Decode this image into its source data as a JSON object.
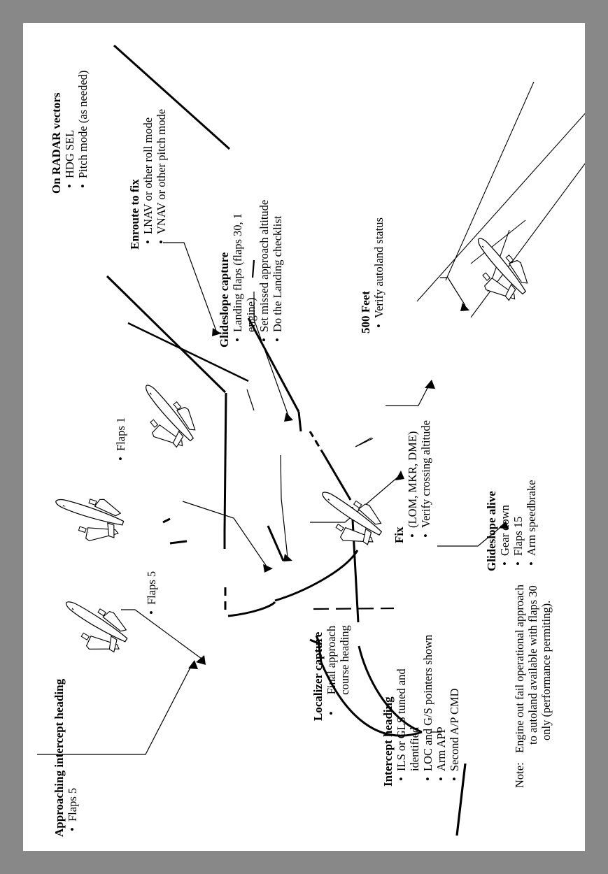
{
  "colors": {
    "frame": "#888888",
    "panel": "#ffffff",
    "ink": "#000000"
  },
  "approaching": {
    "title": "Approaching intercept heading",
    "items": [
      "Flaps 5"
    ]
  },
  "flaps5_label": "Flaps 5",
  "flaps1_label": "Flaps 1",
  "radar": {
    "title": "On RADAR vectors",
    "items": [
      "HDG SEL",
      "Pitch mode (as needed)"
    ]
  },
  "enroute": {
    "title": "Enroute to fix",
    "items": [
      "LNAV or other roll mode",
      "VNAV or other pitch mode"
    ]
  },
  "localizer": {
    "title": "Localizer capture",
    "items": [
      "Final approach course heading"
    ]
  },
  "intercept": {
    "title": "Intercept heading",
    "items": [
      "ILS or GLS tuned and identified",
      "LOC and G/S pointers shown",
      "Arm APP",
      "Second A/P CMD"
    ]
  },
  "fix": {
    "title": "Fix",
    "items": [
      "(LOM, MKR, DME)",
      "Verify crossing altitude"
    ]
  },
  "gs_capture": {
    "title": "Glideslope capture",
    "items": [
      "Landing flaps (flaps 30, 1 engine)",
      "Set missed approach altitude",
      "Do the Landing checklist"
    ]
  },
  "gs_alive": {
    "title": "Glideslope alive",
    "items": [
      "Gear down",
      "Flaps 15",
      "Arm speedbrake"
    ]
  },
  "feet500": {
    "title": "500 Feet",
    "items": [
      "Verify autoland status"
    ]
  },
  "note": {
    "label": "Note:",
    "lines": [
      "Engine out fail operational approach",
      "to autoland available with flaps 30",
      "only (performance permiting)."
    ]
  }
}
